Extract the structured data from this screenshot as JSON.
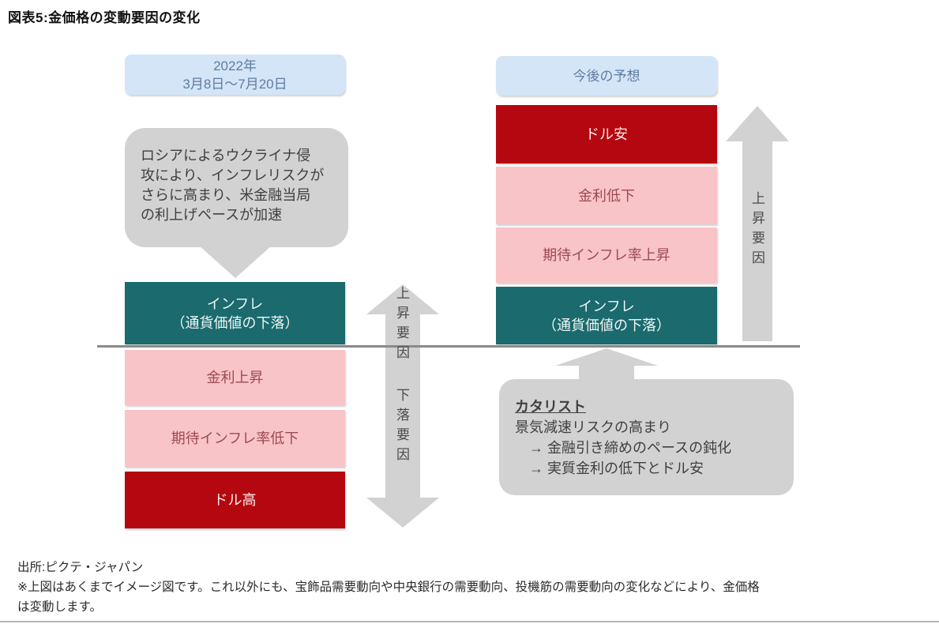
{
  "title": "図表5:金価格の変動要因の変化",
  "left_column": {
    "period_header": "2022年\n3月8日～7月20日",
    "callout": "ロシアによるウクライナ侵\n攻により、インフレリスクが\nさらに高まり、米金融当局\nの利上げペースが加速",
    "boxes": [
      {
        "label": "インフレ\n（通貨価値の下落）",
        "type": "teal"
      },
      {
        "label": "金利上昇",
        "type": "pink"
      },
      {
        "label": "期待インフレ率低下",
        "type": "pink"
      },
      {
        "label": "ドル高",
        "type": "red"
      }
    ]
  },
  "center_axis": {
    "up_label": "上昇要因",
    "down_label": "下落要因"
  },
  "right_column": {
    "period_header": "今後の予想",
    "boxes": [
      {
        "label": "ドル安",
        "type": "red"
      },
      {
        "label": "金利低下",
        "type": "pink"
      },
      {
        "label": "期待インフレ率上昇",
        "type": "pink"
      },
      {
        "label": "インフレ\n（通貨価値の下落）",
        "type": "teal"
      }
    ],
    "up_arrow_label": "上昇要因",
    "catalyst": {
      "title": "カタリスト",
      "body": "景気減速リスクの高まり\n　→ 金融引き締めのペースの鈍化\n　→ 実質金利の低下とドル安"
    }
  },
  "footer": {
    "source": "出所:ピクテ・ジャパン",
    "note": "※上図はあくまでイメージ図です。これ以外にも、宝飾品需要動向や中央銀行の需要動向、投機筋の需要動向の変化などにより、金価格\nは変動します。"
  },
  "colors": {
    "light_blue": "#d3e5f7",
    "light_blue_text": "#5f7d9f",
    "gray": "#d2d2d2",
    "gray_text": "#3f3f3f",
    "teal": "#1b6a6d",
    "teal_text": "#eef6f6",
    "pink": "#f9c4c8",
    "pink_text": "#9c4a52",
    "red": "#b5070f",
    "red_text": "#fbecec",
    "axis_label": "#4a4a4a",
    "baseline": "#8a8a8a",
    "title_text": "#111111",
    "footer_text": "#2b2b2b",
    "bottom_rule": "#b5b5b5"
  }
}
